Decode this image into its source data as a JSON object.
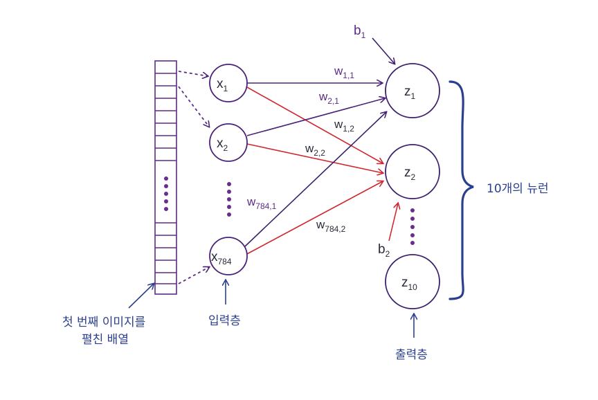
{
  "colors": {
    "input_purple": "#5b2a86",
    "dark_purple": "#3b1f6b",
    "red": "#d2262f",
    "navy": "#2a3f8f",
    "text_dark": "#2a2a3a"
  },
  "array": {
    "dots": "⋮"
  },
  "input_nodes": [
    {
      "base": "x",
      "sub": "1"
    },
    {
      "base": "x",
      "sub": "2"
    },
    {
      "base": "x",
      "sub": "784"
    }
  ],
  "output_nodes": [
    {
      "base": "z",
      "sub": "1"
    },
    {
      "base": "z",
      "sub": "2"
    },
    {
      "base": "z",
      "sub": "10"
    }
  ],
  "weights": [
    {
      "base": "w",
      "sub": "1,1"
    },
    {
      "base": "w",
      "sub": "2,1"
    },
    {
      "base": "w",
      "sub": "1,2"
    },
    {
      "base": "w",
      "sub": "2,2"
    },
    {
      "base": "w",
      "sub": "784,1"
    },
    {
      "base": "w",
      "sub": "784,2"
    }
  ],
  "biases": [
    {
      "base": "b",
      "sub": "1"
    },
    {
      "base": "b",
      "sub": "2"
    }
  ],
  "labels": {
    "array_line1": "첫 번째 이미지를",
    "array_line2": "펼친 배열",
    "input_layer": "입력층",
    "output_layer": "출력층",
    "neurons": "10개의 뉴런"
  }
}
